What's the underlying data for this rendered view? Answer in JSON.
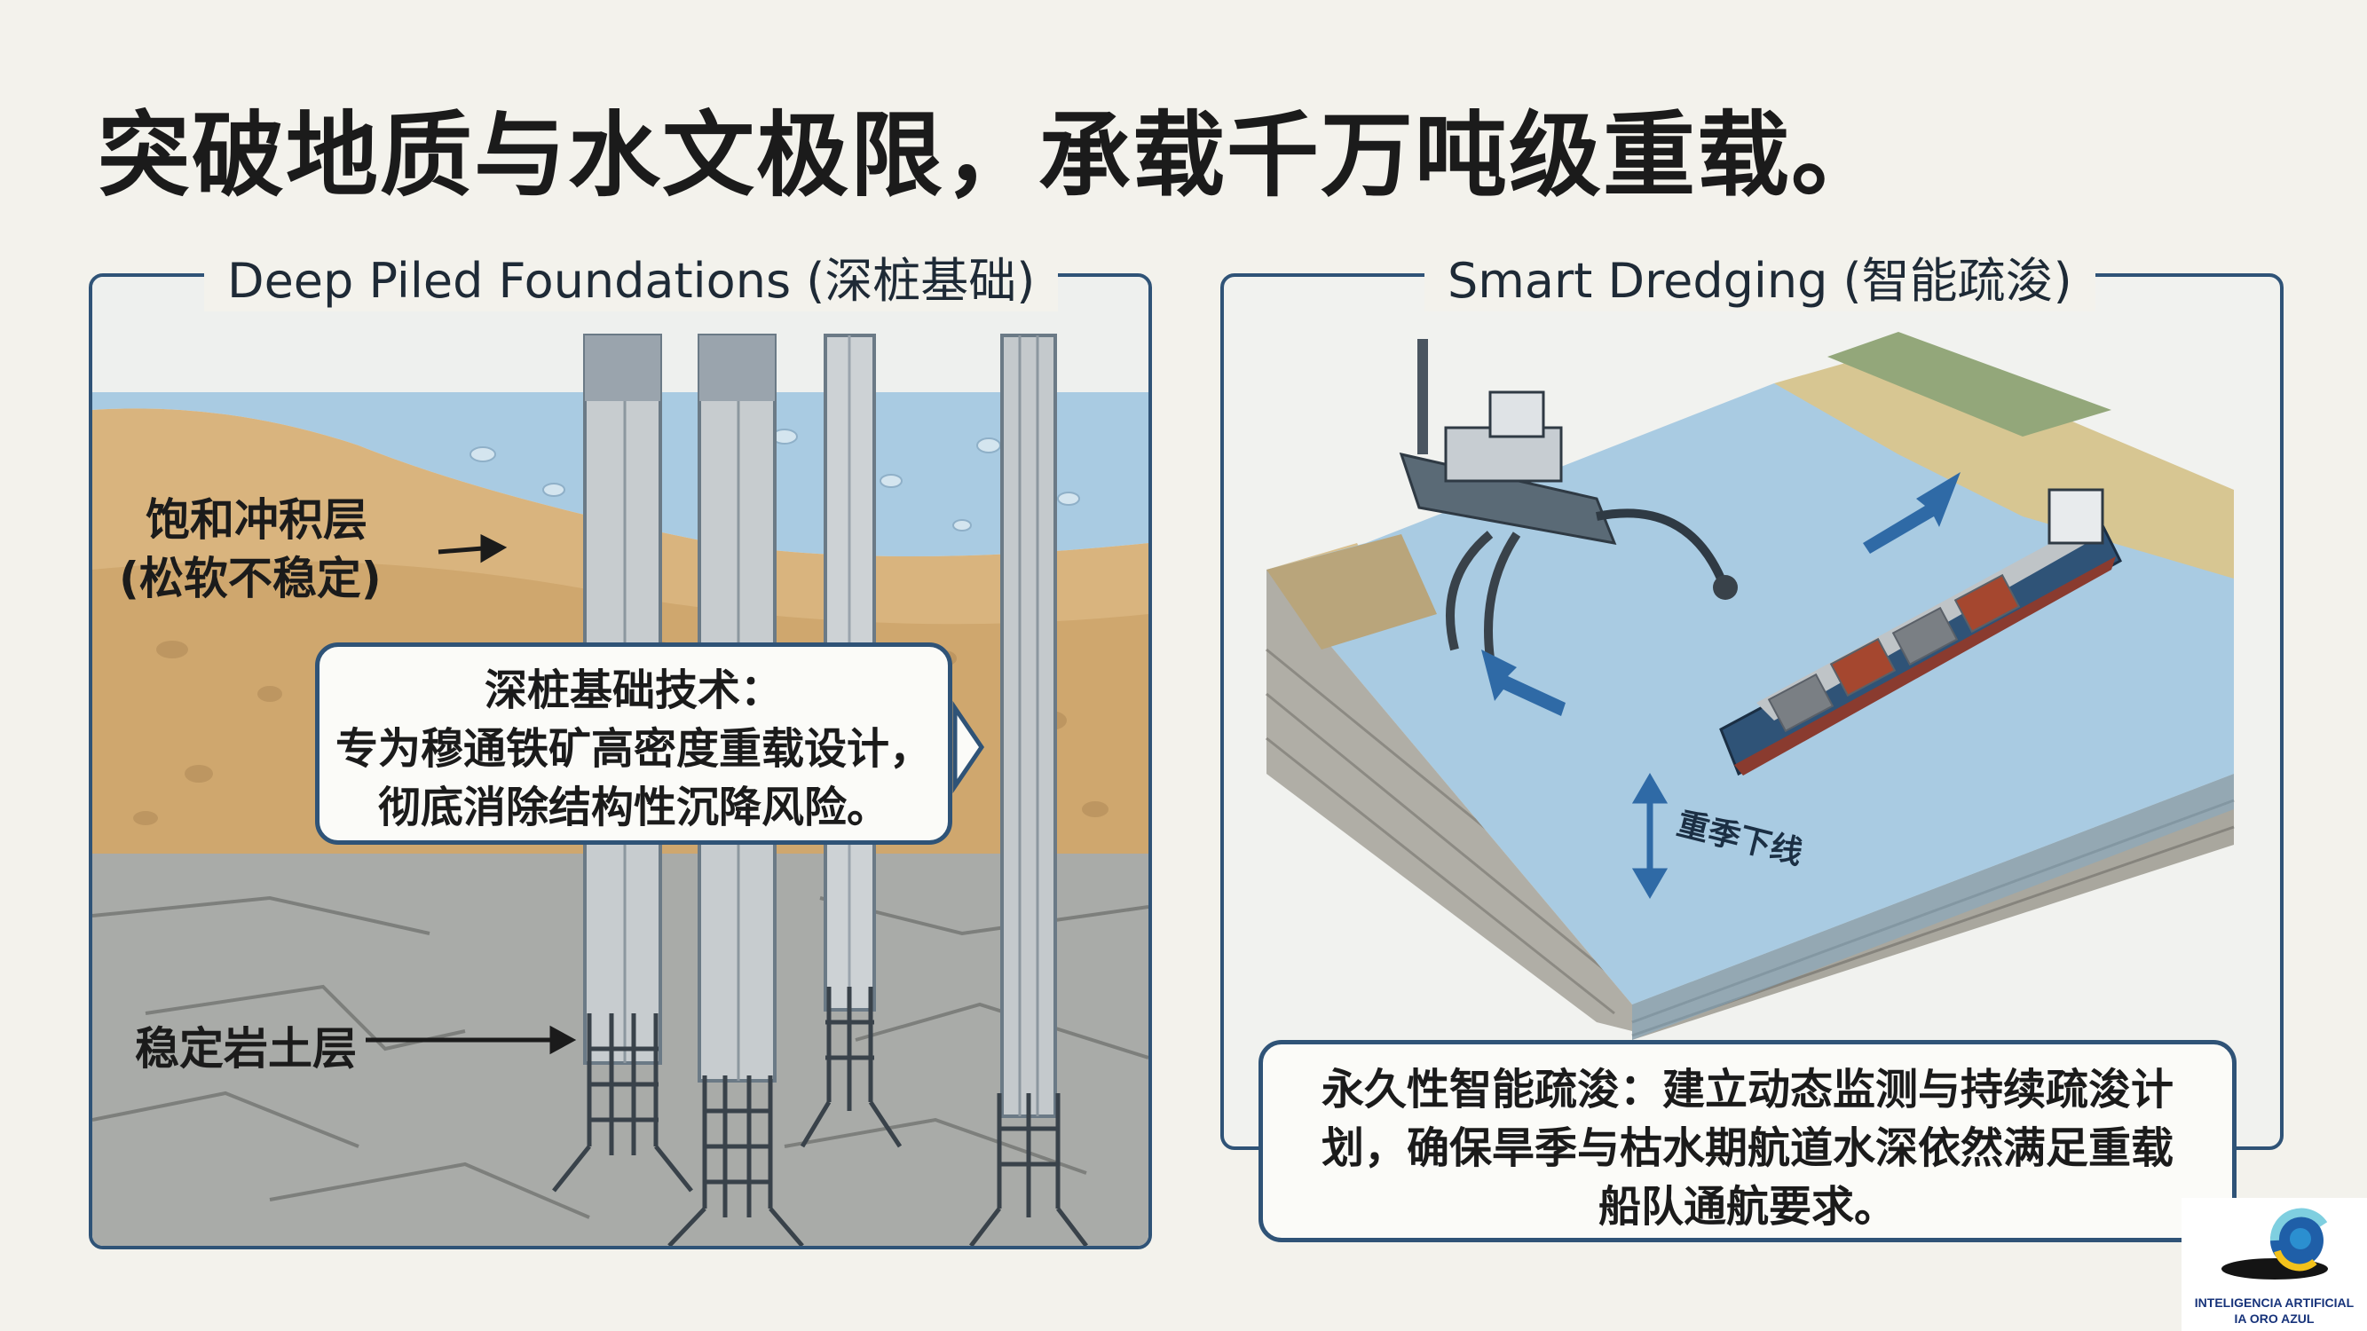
{
  "title": "突破地质与水文极限，承载千万吨级重载。",
  "left_panel": {
    "title": "Deep Piled Foundations (深桩基础)",
    "label_top_line1": "饱和冲积层",
    "label_top_line2": "(松软不稳定)",
    "label_bottom": "稳定岩土层",
    "callout_line1": "深桩基础技术：",
    "callout_line2": "专为穆通铁矿高密度重载设计，",
    "callout_line3": "彻底消除结构性沉降风险。"
  },
  "right_panel": {
    "title": "Smart Dredging (智能疏浚)",
    "depth_label": "重季下线",
    "callout_line1": "永久性智能疏浚：建立动态监测与持续疏浚计",
    "callout_line2": "划，确保旱季与枯水期航道水深依然满足重载",
    "callout_line3": "船队通航要求。"
  },
  "logo": {
    "line1": "INTELIGENCIA ARTIFICIAL",
    "line2": "IA ORO AZUL"
  },
  "colors": {
    "frame": "#2f5377",
    "water": "#a9cbe2",
    "sand": "#d9b47e",
    "rock": "#a9aba8"
  }
}
